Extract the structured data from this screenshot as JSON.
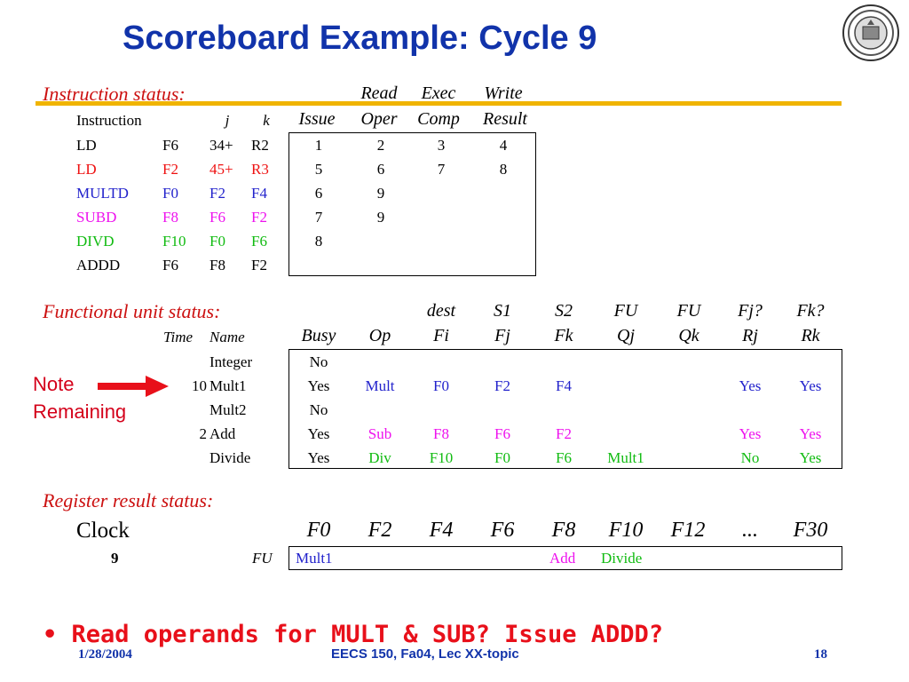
{
  "slide": {
    "title": "Scoreboard Example: Cycle 9",
    "footer": {
      "date": "1/28/2004",
      "course": "EECS 150, Fa04, Lec XX-topic",
      "page": "18"
    },
    "bullet": "Read operands for MULT & SUB?  Issue ADDD?"
  },
  "colors": {
    "title": "#1133aa",
    "section": "#cc1111",
    "rule": "#f0b400",
    "red": "#ee1111",
    "blue": "#2222cc",
    "magenta": "#ee11ee",
    "green": "#11bb11",
    "black": "#000000"
  },
  "icons": {
    "logo": "university-seal-icon",
    "arrow": "arrow-right-icon"
  },
  "instruction_status": {
    "label": "Instruction status:",
    "header_top": [
      "Read",
      "Exec",
      "Write"
    ],
    "header_cols": {
      "instruction": "Instruction",
      "j": "j",
      "k": "k",
      "issue": "Issue",
      "read": "Oper",
      "exec": "Comp",
      "write": "Result"
    },
    "rows": [
      {
        "op": "LD",
        "dest": "F6",
        "j": "34+",
        "k": "R2",
        "issue": "1",
        "read": "2",
        "exec": "3",
        "write": "4",
        "color": "black"
      },
      {
        "op": "LD",
        "dest": "F2",
        "j": "45+",
        "k": "R3",
        "issue": "5",
        "read": "6",
        "exec": "7",
        "write": "8",
        "color": "red"
      },
      {
        "op": "MULTD",
        "dest": "F0",
        "j": "F2",
        "k": "F4",
        "issue": "6",
        "read": "9",
        "exec": "",
        "write": "",
        "color": "blue"
      },
      {
        "op": "SUBD",
        "dest": "F8",
        "j": "F6",
        "k": "F2",
        "issue": "7",
        "read": "9",
        "exec": "",
        "write": "",
        "color": "magenta"
      },
      {
        "op": "DIVD",
        "dest": "F10",
        "j": "F0",
        "k": "F6",
        "issue": "8",
        "read": "",
        "exec": "",
        "write": "",
        "color": "green"
      },
      {
        "op": "ADDD",
        "dest": "F6",
        "j": "F8",
        "k": "F2",
        "issue": "",
        "read": "",
        "exec": "",
        "write": "",
        "color": "black"
      }
    ]
  },
  "functional_unit_status": {
    "label": "Functional unit status:",
    "header_top": [
      "dest",
      "S1",
      "S2",
      "FU",
      "FU",
      "Fj?",
      "Fk?"
    ],
    "header_cols": [
      "Time",
      "Name",
      "Busy",
      "Op",
      "Fi",
      "Fj",
      "Fk",
      "Qj",
      "Qk",
      "Rj",
      "Rk"
    ],
    "rows": [
      {
        "time": "",
        "name": "Integer",
        "busy": "No",
        "op": "",
        "fi": "",
        "fj": "",
        "fk": "",
        "qj": "",
        "qk": "",
        "rj": "",
        "rk": "",
        "color": "black"
      },
      {
        "time": "10",
        "name": "Mult1",
        "busy": "Yes",
        "op": "Mult",
        "fi": "F0",
        "fj": "F2",
        "fk": "F4",
        "qj": "",
        "qk": "",
        "rj": "Yes",
        "rk": "Yes",
        "color": "blue"
      },
      {
        "time": "",
        "name": "Mult2",
        "busy": "No",
        "op": "",
        "fi": "",
        "fj": "",
        "fk": "",
        "qj": "",
        "qk": "",
        "rj": "",
        "rk": "",
        "color": "black"
      },
      {
        "time": "2",
        "name": "Add",
        "busy": "Yes",
        "op": "Sub",
        "fi": "F8",
        "fj": "F6",
        "fk": "F2",
        "qj": "",
        "qk": "",
        "rj": "Yes",
        "rk": "Yes",
        "color": "magenta"
      },
      {
        "time": "",
        "name": "Divide",
        "busy": "Yes",
        "op": "Div",
        "fi": "F10",
        "fj": "F0",
        "fk": "F6",
        "qj": "Mult1",
        "qk": "",
        "rj": "No",
        "rk": "Yes",
        "color": "green"
      }
    ],
    "note": [
      "Note",
      "Remaining"
    ]
  },
  "register_result_status": {
    "label": "Register result status:",
    "clock_label": "Clock",
    "clock_value": "9",
    "fu_label": "FU",
    "registers": [
      "F0",
      "F2",
      "F4",
      "F6",
      "F8",
      "F10",
      "F12",
      "...",
      "F30"
    ],
    "values": [
      {
        "text": "Mult1",
        "color": "blue"
      },
      {
        "text": "",
        "color": "black"
      },
      {
        "text": "",
        "color": "black"
      },
      {
        "text": "",
        "color": "black"
      },
      {
        "text": "Add",
        "color": "magenta"
      },
      {
        "text": "Divide",
        "color": "green"
      },
      {
        "text": "",
        "color": "black"
      },
      {
        "text": "",
        "color": "black"
      },
      {
        "text": "",
        "color": "black"
      }
    ]
  }
}
